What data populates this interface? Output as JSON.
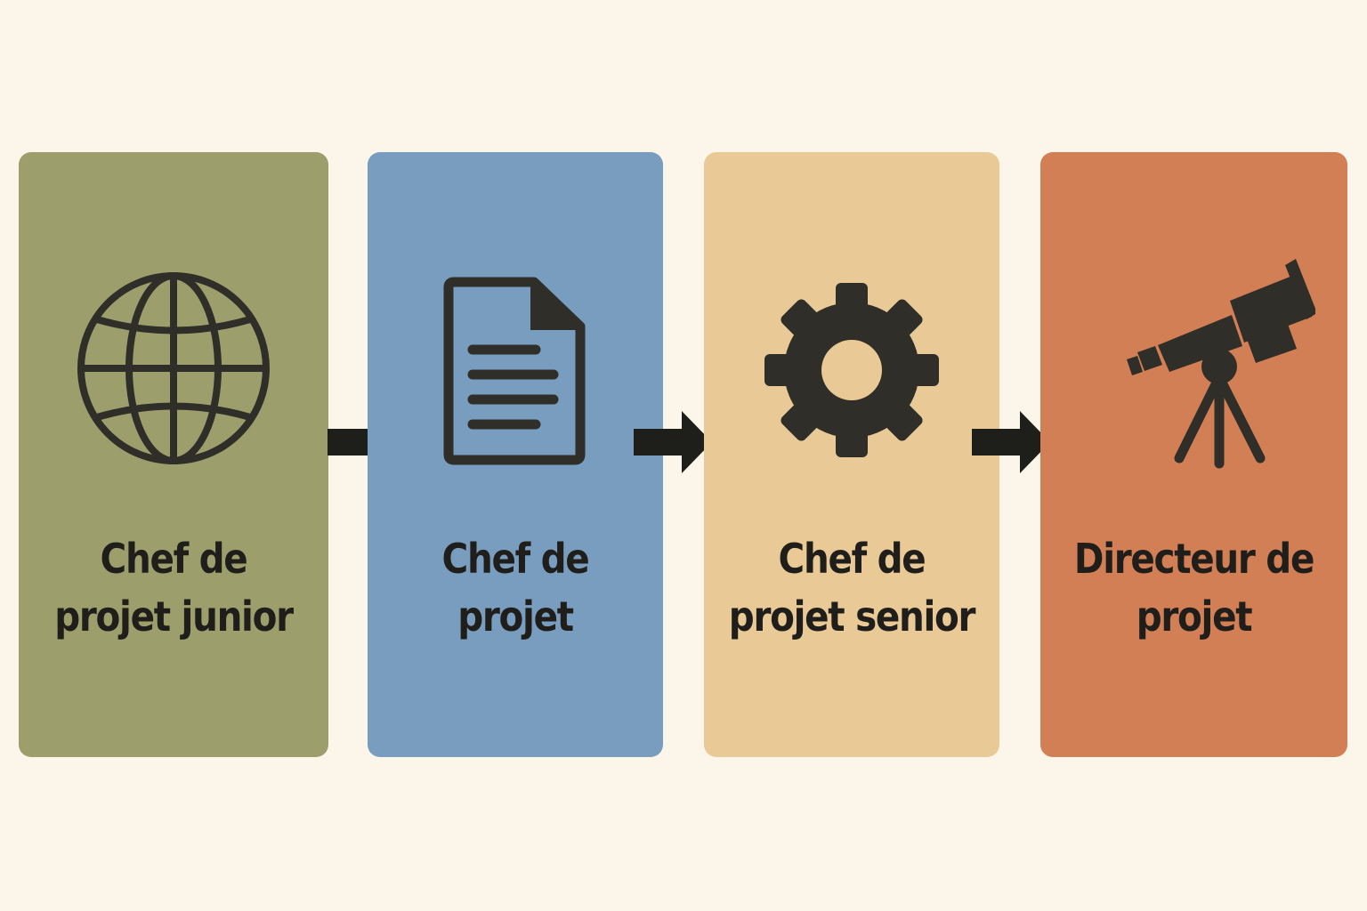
{
  "colors": {
    "background": "#fcf6ea",
    "ink": "#2f2e28",
    "arrow": "#1e1f1b"
  },
  "steps": [
    {
      "icon": "globe-icon",
      "color": "#9c9f6c",
      "label_line1": "Chef de",
      "label_line2": "projet junior"
    },
    {
      "icon": "document-icon",
      "color": "#789dbf",
      "label_line1": "Chef de",
      "label_line2": "projet"
    },
    {
      "icon": "gear-icon",
      "color": "#e9c996",
      "label_line1": "Chef de",
      "label_line2": "projet senior"
    },
    {
      "icon": "telescope-icon",
      "color": "#d27f56",
      "label_line1": "Directeur de",
      "label_line2": "projet"
    }
  ]
}
